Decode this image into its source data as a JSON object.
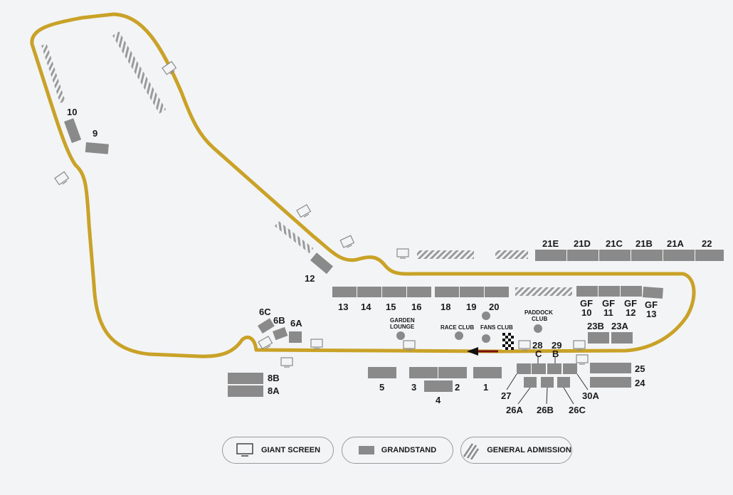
{
  "map": {
    "colors": {
      "track": "#c9a227",
      "grandstand": "#8a8a8a",
      "background": "#f3f4f6",
      "direction_arrow": "#7a1010"
    },
    "grandstands": {
      "s10": "10",
      "s9": "9",
      "s12": "12",
      "s6c": "6C",
      "s6b": "6B",
      "s6a": "6A",
      "s8b": "8B",
      "s8a": "8A",
      "s5": "5",
      "s3": "3",
      "s2": "2",
      "s4": "4",
      "s1": "1",
      "s13": "13",
      "s14": "14",
      "s15": "15",
      "s16": "16",
      "s18": "18",
      "s19": "19",
      "s20": "20",
      "s21e": "21E",
      "s21d": "21D",
      "s21c": "21C",
      "s21b": "21B",
      "s21a": "21A",
      "s22": "22",
      "gf": "GF",
      "gf10": "10",
      "gf11": "11",
      "gf12": "12",
      "gf13": "13",
      "s23b": "23B",
      "s23a": "23A",
      "s28": "28",
      "s29": "29",
      "c": "C",
      "b": "B",
      "s25": "25",
      "s24": "24",
      "s27": "27",
      "s26a": "26A",
      "s26b": "26B",
      "s26c": "26C",
      "s30a": "30A"
    },
    "venues": {
      "garden1": "GARDEN",
      "garden2": "LOUNGE",
      "race_club": "RACE CLUB",
      "fans_club": "FANS CLUB",
      "paddock1": "PADDOCK",
      "paddock2": "CLUB"
    }
  },
  "legend": {
    "giant_screen": "GIANT SCREEN",
    "grandstand": "GRANDSTAND",
    "general_admission": "GENERAL ADMISSION"
  }
}
